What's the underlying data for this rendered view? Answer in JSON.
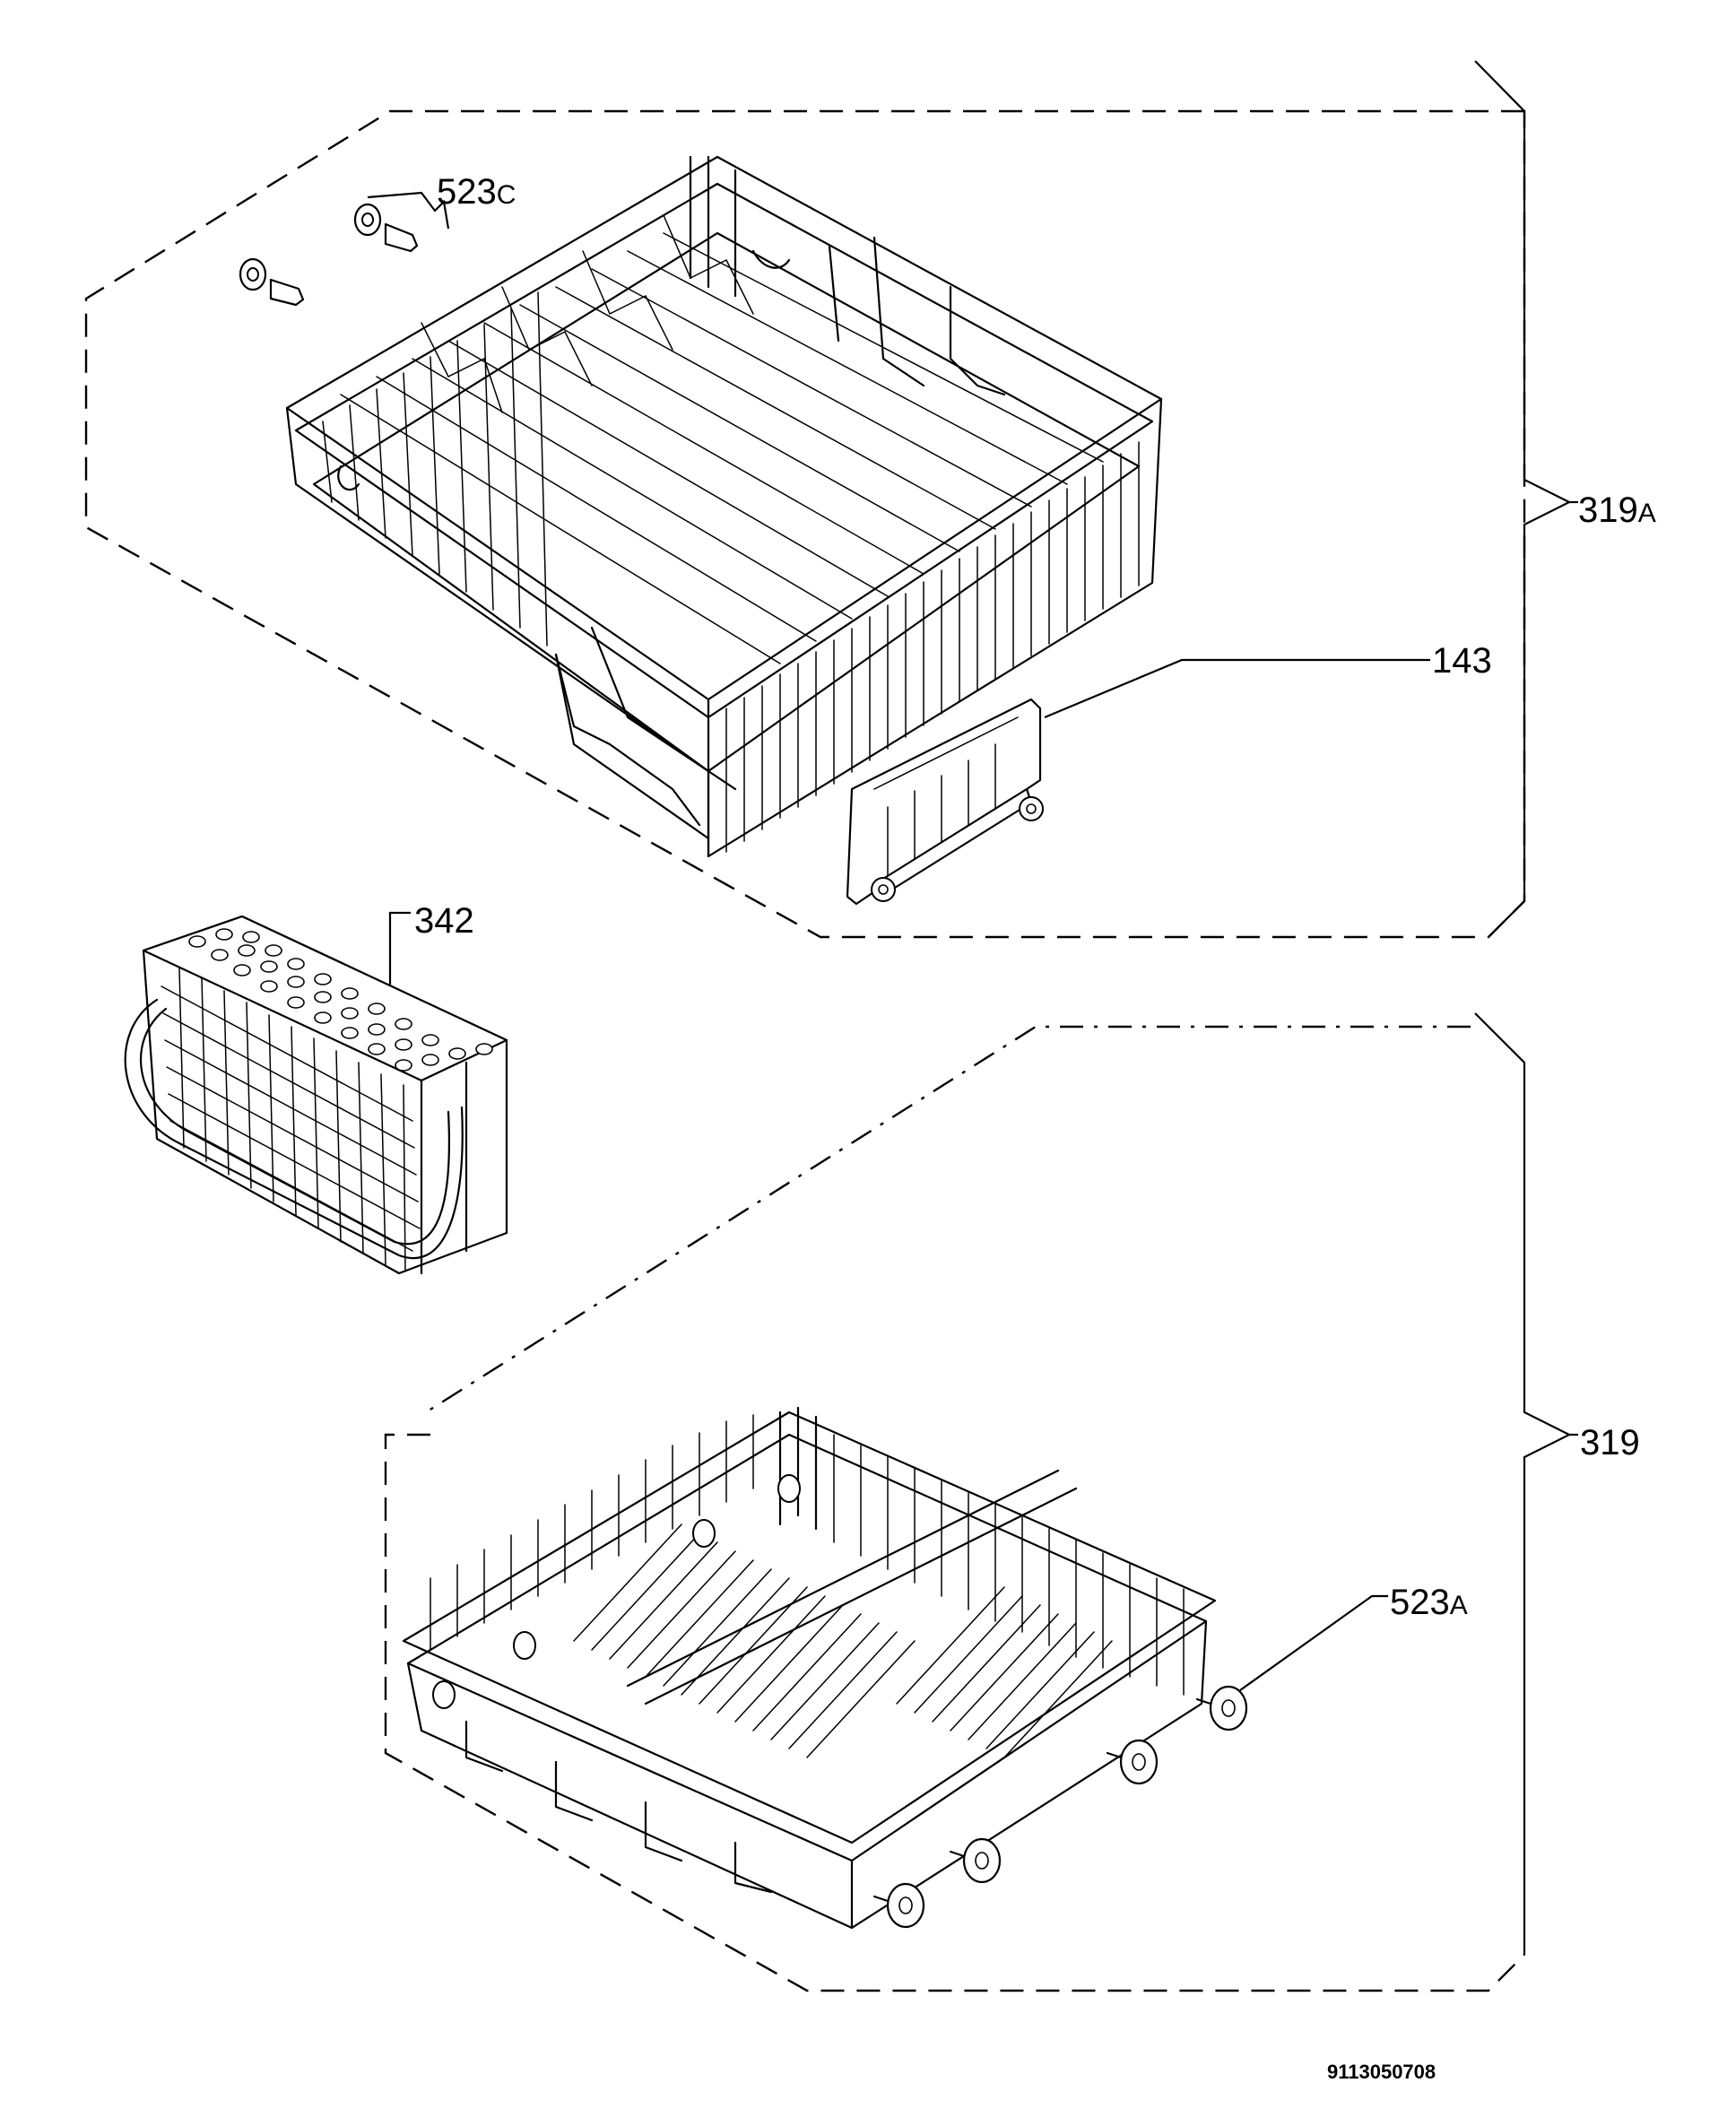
{
  "callouts": {
    "c_523c_num": "523",
    "c_523c_suffix": "C",
    "c_319a_num": "319",
    "c_319a_suffix": "A",
    "c_143": "143",
    "c_342": "342",
    "c_319": "319",
    "c_523a_num": "523",
    "c_523a_suffix": "A"
  },
  "document_number": "9113050708"
}
